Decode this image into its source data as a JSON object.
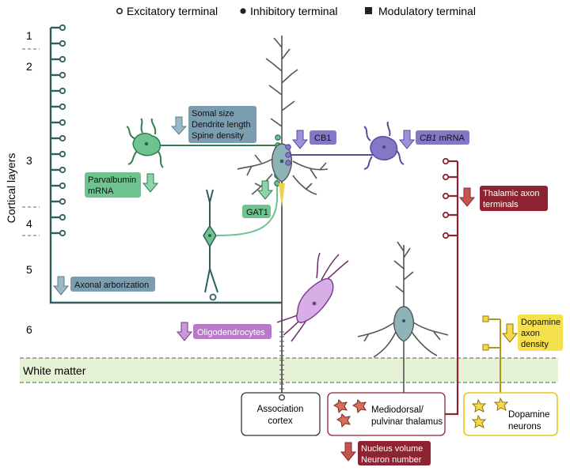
{
  "legend": {
    "excitatory": "Excitatory terminal",
    "inhibitory": "Inhibitory terminal",
    "modulatory": "Modulatory terminal"
  },
  "layers": {
    "axis_label": "Cortical layers",
    "l1": "1",
    "l2": "2",
    "l3": "3",
    "l4": "4",
    "l5": "5",
    "l6": "6",
    "white_matter": "White matter"
  },
  "labels": {
    "somal": [
      "Somal size",
      "Dendrite length",
      "Spine density"
    ],
    "cb1": "CB1",
    "cb1_mrna_italic": "CB1",
    "cb1_mrna_rest": " mRNA",
    "parvalbumin": [
      "Parvalbumin",
      "mRNA"
    ],
    "gat1": "GAT1",
    "thalamic": [
      "Thalamic axon",
      "terminals"
    ],
    "axonal": "Axonal arborization",
    "oligo": "Oligodendrocytes",
    "dopamine_density": [
      "Dopamine",
      "axon",
      "density"
    ],
    "nucleus": [
      "Nucleus volume",
      "Neuron number"
    ]
  },
  "boxes": {
    "association": [
      "Association",
      "cortex"
    ],
    "thalamus": [
      "Mediodorsal/",
      "pulvinar thalamus"
    ],
    "dopamine": [
      "Dopamine",
      "neurons"
    ]
  },
  "colors": {
    "teal": "#2f5e5c",
    "blue_gray": "#7a9db0",
    "green": "#6ec38f",
    "purple": "#8576c6",
    "dark_red": "#8e2431",
    "yellow": "#e8c71d",
    "magenta": "#b77ac9",
    "wm_green": "#e6f2d6"
  }
}
